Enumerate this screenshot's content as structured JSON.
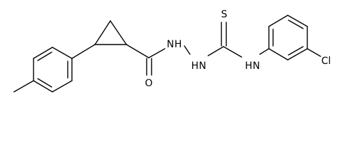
{
  "molecule": {
    "atoms": {
      "sulfur": "S",
      "oxygen": "O",
      "nh_hydrazide_left": "H",
      "nh_hydrazide_right": "H",
      "nh_amide": "H",
      "chlorine": "Cl"
    }
  }
}
